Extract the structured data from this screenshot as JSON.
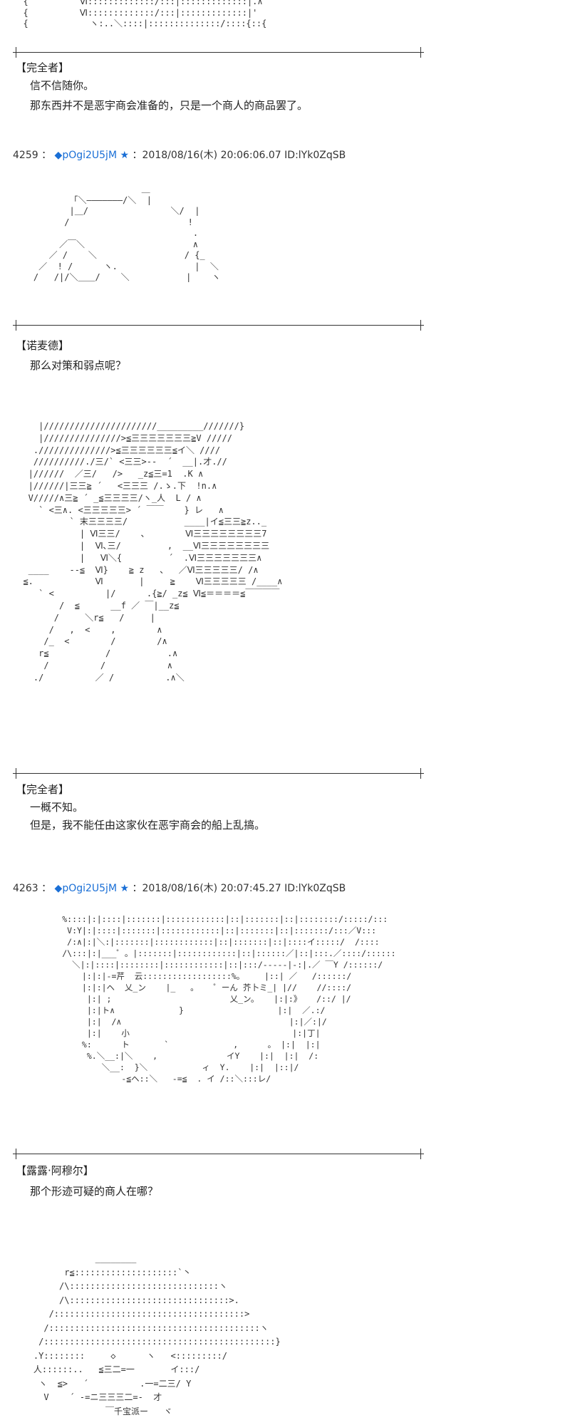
{
  "blocks": {
    "aa_top": "  {          Ⅵ:::::::::::::/:::|:::::::::::::|.∧\n  {          Ⅵ:::::::::::::/:::|:::::::::::::|'\n  {            ヽ:..＼::::|::::::::::::::/::::{::{",
    "dialog1": {
      "speaker": "【完全者】",
      "lines": [
        "信不信随你。",
        "那东西并不是恶宇商会准备的，只是一个商人的商品罢了。"
      ]
    },
    "post1": {
      "num": "4259",
      "name": "◆pOgi2U5jM",
      "star": "★",
      "meta": "：2018/08/16(木) 20:06:06.07 ID:lYk0ZqSB"
    },
    "aa_nod": "                         ＿\n           「＼―――――――/＼  |\n           |＿/                ＼/  |\n          /                       !\n                                   .\n         ／￣＼                     ∧\n       ／ /    ＼                 / {_\n     ／  ! /      ヽ.               |  ＼\n    /   /|/＼＿＿/    ＼           |    ヽ",
    "dialog2": {
      "speaker": "【诺麦德】",
      "lines": [
        "那么对策和弱点呢？"
      ]
    },
    "aa_big": "     |//////////////////////_________///////}\n     |///////////////>≦三三三三三三三≧V /////\n    .//////////////>≦三三三三三三≦イ＼ ////\n    //////////./三/` <三三>--  ´  __|.才.//\n   |//////  ／三/   />   _z≦三=1  .K ∧\n   |//////|三三≧ ´   <三三三 /.ゝ.下  !n.∧\n   V/////∧三≧ ´ _≦三三三三/ヽ_人  L / ∧\n     ` <三∧. <三三三三三> ´ ￣￣    } レ   ∧\n           ` 末三三三三/           ____|イ≦三三≧z.._\n             | Ⅵ三三/    、       Ⅵ三三三三三三三三7\n             |  Ⅵ､三/         ,  __Ⅵ三三三三三三三三\n             |   Ⅵ＼{         ´  .Ⅵ三三三三三三三∧\n   ____    --≦  Ⅵ}    ≧ z   、  ／Ⅵ三三三三三/ /∧\n  ≦.            Ⅵ       |     ≧    Ⅵ三三三三三 /____∧\n     ` <          |/      .{≧/ _z≦ Ⅵ≦＝＝＝＝≦￣￣￣￣\n         /  ≦      __f ／ ￣|__z≦\n        /     ＼r≦   /     |\n       /   ,  <    ,        ∧\n      /_  <        /        /∧\n     r≦           /           .∧\n      /          /            ∧\n    ./          ／ /          .∧＼",
    "dialog3": {
      "speaker": "【完全者】",
      "lines": [
        "一概不知。",
        "但是，我不能任由这家伙在恶宇商会的船上乱搞。"
      ]
    },
    "post2": {
      "num": "4263",
      "name": "◆pOgi2U5jM",
      "star": "★",
      "meta": "：2018/08/16(木) 20:07:45.27 ID:lYk0ZqSB"
    },
    "aa_lulu": "          %::::|:|::::|:::::::|::::::::::::|::|:::::::|::|::::::::/:::::/:::\n           V:Y|:|::::|:::::::|::::::::::::|::|:::::::|::|:::::::/:::／V:::\n           /:∧|:|＼:|:::::::|::::::::::::|::|:::::::|::|::::イ:::::/  /::::\n          /\\:::|:|___゜。|:::::::|::::::::::::|::|::::::／|::|:::.／::::/::::::\n            ＼|:|::::|::::::::|::::::::::::|::|:::/-----|-:|.／ ￣Y /::::::/\n              |:|:|-=芹  云::::::::::::::::::%。    |::| ／   /::::::/\n              |:|:|ヘ  乂_ン    |_   。   ゜ーん 芥卜ミ_| |//    //::::/\n               |:| ;                        乂_ン。   |:|:》   /::/ |/\n               |:|ト∧             }                   |:|  ／.:/\n               |:|  /∧                                  |:|／:|/\n               |:|    小                                 |:|丁|\n              %:      ト       `             ,      。 |:|  |:|\n               %.＼__:|＼    ,              イY    |:|  |:|  /:\n                  ＼__:  }＼           ィ  Y.    |:|  |::|/\n                      -≦ヘ::＼   -=≦  . イ /::＼:::レ/",
    "dialog4": {
      "speaker": "【露露·阿穆尔】",
      "lines": [
        "那个形迹可疑的商人在哪？"
      ]
    },
    "aa_bottom": "                ________\n          r≦::::::::::::::::::::`丶\n         /\\:::::::::::::::::::::::::::::ヽ\n         /\\:::::::::::::::::::::::::::::::>.\n       /:::::::::::::::::::::::::::::::::::::>\n      /:::::::::::::::::::::::::::::::::::::::::ヽ\n     /:::::::::::::::::::::::::::::::::::::::::::::}\n    .Y::::::::     ◇      ヽ   <:::::::::/\n    人::::::..   ≦三二=一       イ:::/\n     ヽ  ≦>   ´          .一=二三/ Y\n      V    ´ -=ニ三三三二=-  才\n                  ￣千宝派ー   ヾ"
  }
}
